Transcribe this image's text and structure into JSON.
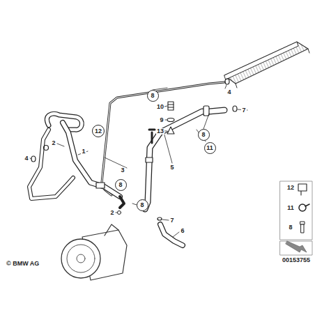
{
  "diagram": {
    "nodes": [
      {
        "text": [
          "8"
        ]
      },
      {
        "text": [
          "12"
        ]
      },
      {
        "text": [
          "8"
        ]
      },
      {
        "text": [
          "11"
        ]
      },
      {
        "text": [
          "8"
        ]
      },
      {
        "text": [
          "8"
        ]
      }
    ],
    "labels": [
      "1",
      "2",
      "3",
      "4",
      "4",
      "7",
      "10",
      "9",
      "13",
      "5",
      "2",
      "7",
      "6",
      "12",
      "11",
      "8",
      "© BMW AG",
      "00153755"
    ]
  }
}
